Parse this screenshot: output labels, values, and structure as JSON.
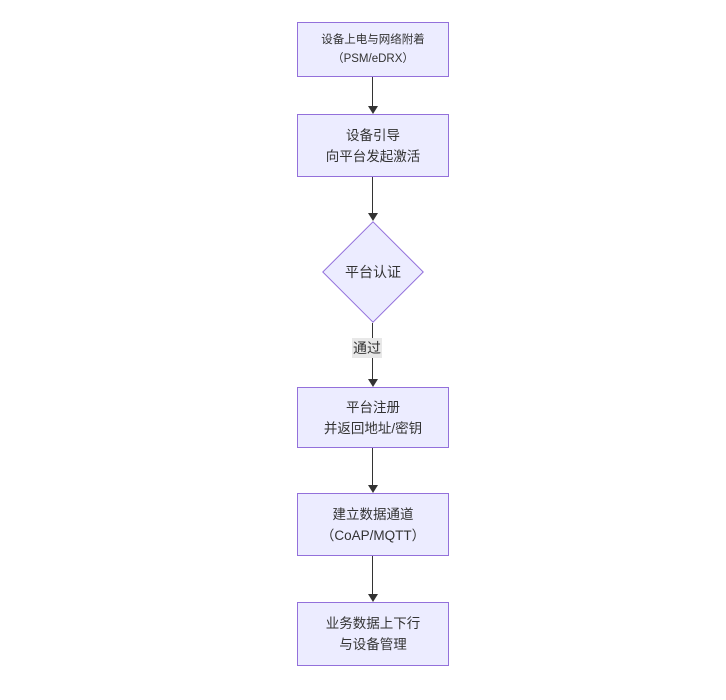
{
  "diagram": {
    "type": "flowchart-vertical",
    "colors": {
      "background": "#ffffff",
      "node_fill": "#ECECFF",
      "node_border": "#9370DB",
      "edge_line": "#333333",
      "edge_label_bg": "#e8e8e8",
      "text": "#333333"
    },
    "nodes": [
      {
        "id": "A",
        "shape": "rect",
        "lines": [
          "设备上电与网络附着",
          "（PSM/eDRX）"
        ]
      },
      {
        "id": "B",
        "shape": "rect",
        "lines": [
          "设备引导",
          "向平台发起激活"
        ]
      },
      {
        "id": "C",
        "shape": "diamond",
        "lines": [
          "平台认证"
        ]
      },
      {
        "id": "D",
        "shape": "rect",
        "lines": [
          "平台注册",
          "并返回地址/密钥"
        ]
      },
      {
        "id": "E",
        "shape": "rect",
        "lines": [
          "建立数据通道",
          "（CoAP/MQTT）"
        ]
      },
      {
        "id": "F",
        "shape": "rect",
        "lines": [
          "业务数据上下行",
          "与设备管理"
        ]
      }
    ],
    "edges": [
      {
        "from": "A",
        "to": "B",
        "label": ""
      },
      {
        "from": "B",
        "to": "C",
        "label": ""
      },
      {
        "from": "C",
        "to": "D",
        "label": "通过"
      },
      {
        "from": "D",
        "to": "E",
        "label": ""
      },
      {
        "from": "E",
        "to": "F",
        "label": ""
      }
    ]
  }
}
